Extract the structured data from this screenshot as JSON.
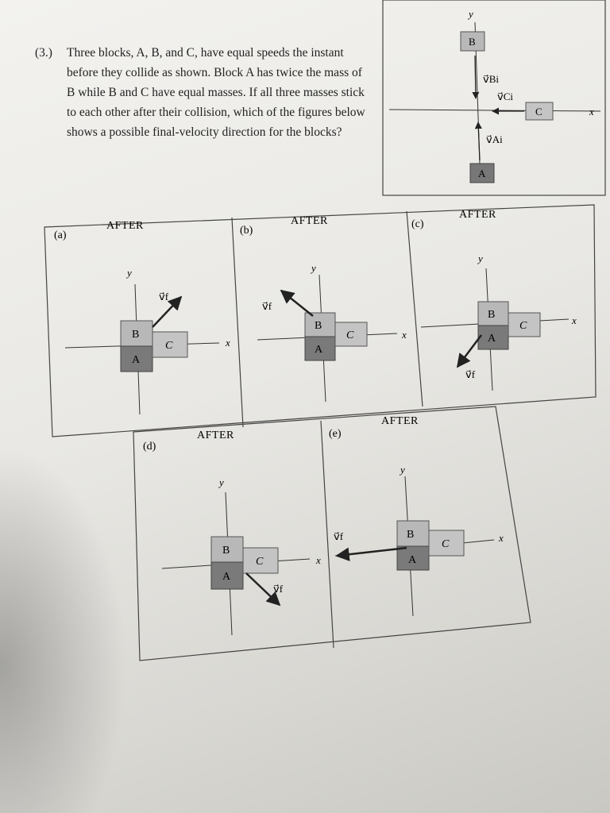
{
  "problem": {
    "number": "(3.)",
    "text": "Three blocks, A, B, and C, have equal speeds the instant before they collide as shown. Block A has twice the mass of B while B and C have equal masses. If all three masses stick to each other after their collision, which of the figures below shows a possible final-velocity direction for the blocks?"
  },
  "before_figure": {
    "y_axis": "y",
    "x_axis": "x",
    "block_b": "B",
    "block_a": "A",
    "block_c": "C",
    "v_b": "v⃗Bi",
    "v_c": "v⃗Ci",
    "v_a": "v⃗Ai"
  },
  "panels": [
    {
      "id": "(a)",
      "title": "AFTER",
      "y": "y",
      "x": "x",
      "b": "B",
      "a": "A",
      "c": "C",
      "v": "v⃗f"
    },
    {
      "id": "(b)",
      "title": "AFTER",
      "y": "y",
      "x": "x",
      "b": "B",
      "a": "A",
      "c": "C",
      "v": "v⃗f"
    },
    {
      "id": "(c)",
      "title": "AFTER",
      "y": "y",
      "x": "x",
      "b": "B",
      "a": "A",
      "c": "C",
      "v": "v⃗f"
    },
    {
      "id": "(d)",
      "title": "AFTER",
      "y": "y",
      "x": "x",
      "b": "B",
      "a": "A",
      "c": "C",
      "v": "v⃗f"
    },
    {
      "id": "(e)",
      "title": "AFTER",
      "y": "y",
      "x": "x",
      "b": "B",
      "a": "A",
      "c": "C",
      "v": "v⃗f"
    }
  ]
}
